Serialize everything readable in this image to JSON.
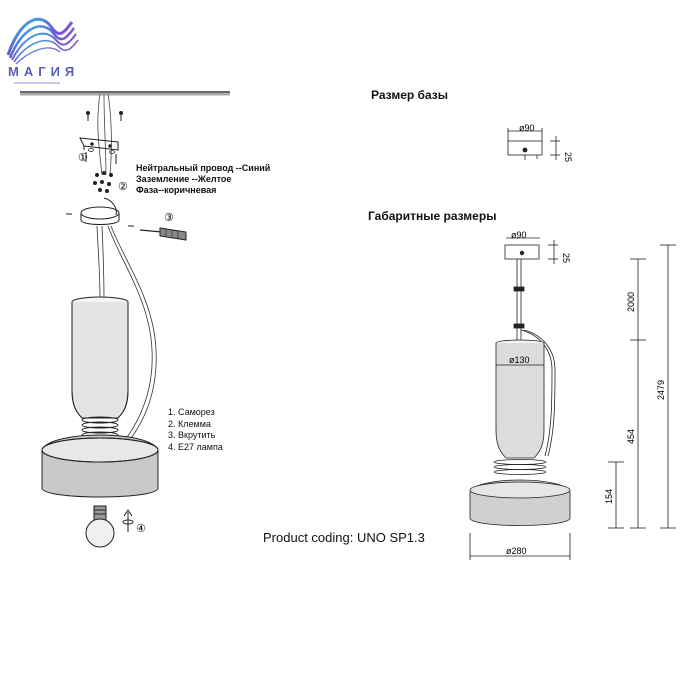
{
  "logo": {
    "text": "МАГИЯ"
  },
  "headings": {
    "base_size": "Размер базы",
    "overall_dims": "Габаритные размеры"
  },
  "wiring": {
    "neutral": "Нейтральный провод --Синий",
    "ground": "Заземление --Желтое",
    "phase": "Фаза--коричневая"
  },
  "parts_list": [
    "1. Саморез",
    "2. Клемма",
    "3. Вкрутить",
    "4. Е27 лампа"
  ],
  "step_markers": [
    "①",
    "②",
    "③",
    "④"
  ],
  "product": {
    "coding": "Product coding: UNO SP1.3"
  },
  "dimensions": {
    "base_diameter": "ø90",
    "base_height": "25",
    "glass_diameter": "ø130",
    "shade_diameter": "ø280",
    "cable_length": "2000",
    "total_height": "2479",
    "body_height": "454",
    "shade_height": "154"
  },
  "colors": {
    "logo_accent": "#5a5fb8",
    "line": "#333333"
  }
}
